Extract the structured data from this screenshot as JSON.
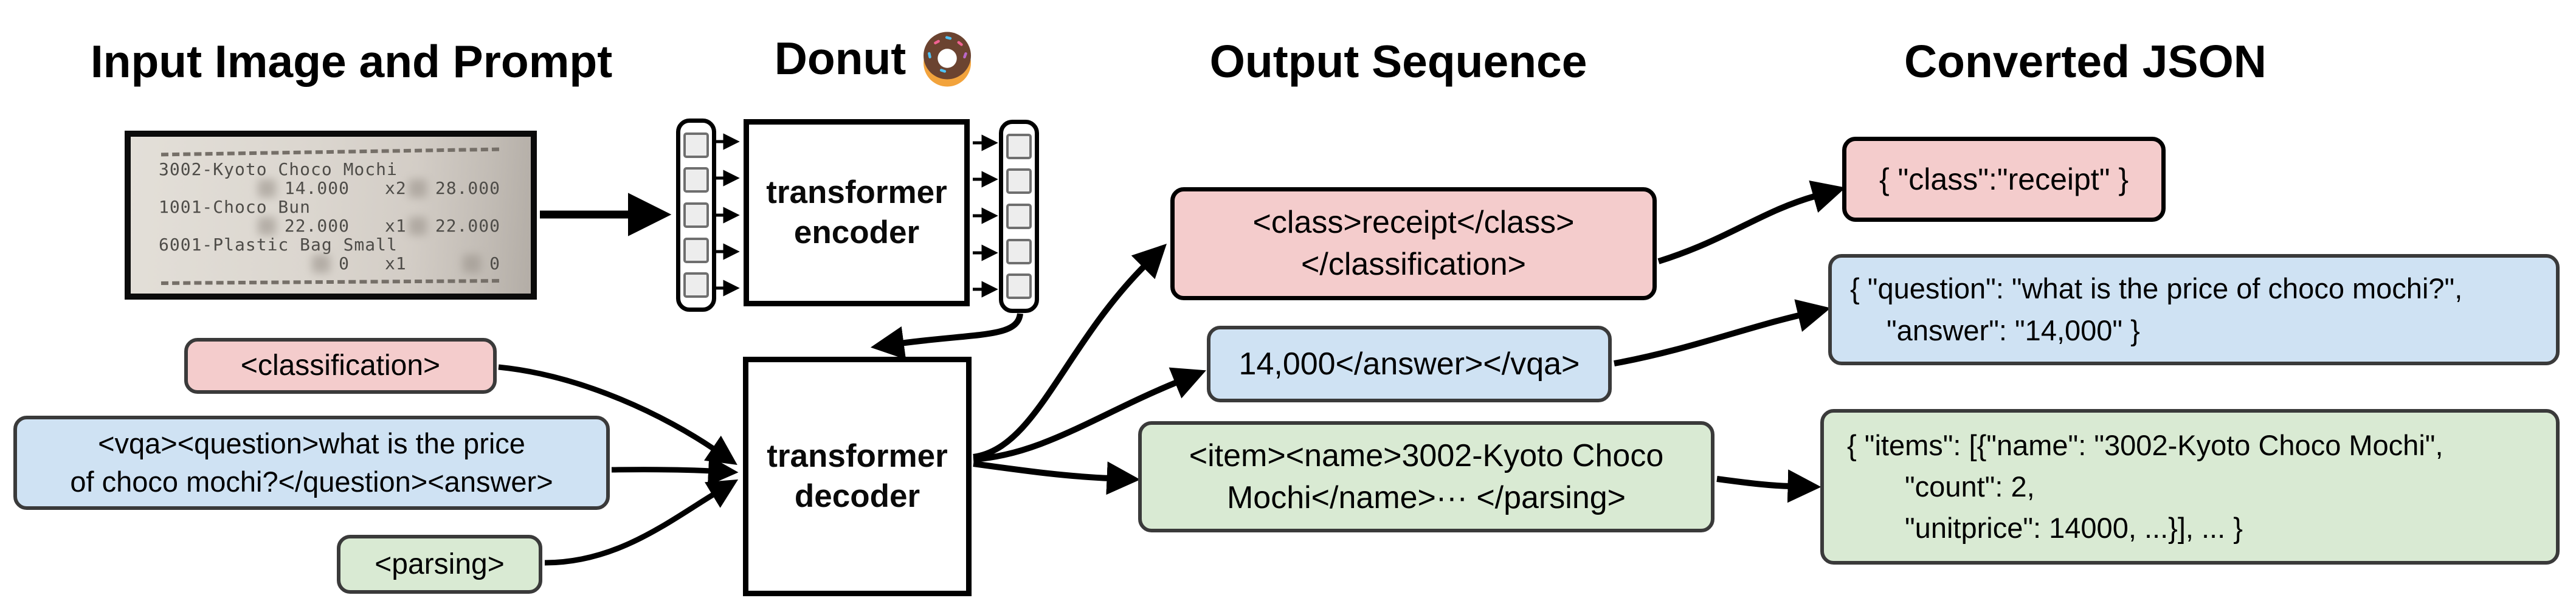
{
  "titles": {
    "input": "Input Image and Prompt",
    "model": "Donut",
    "output": "Output Sequence",
    "json": "Converted JSON"
  },
  "donut_model": {
    "encoder": [
      "transformer",
      "encoder"
    ],
    "decoder": [
      "transformer",
      "decoder"
    ]
  },
  "receipt": {
    "items": [
      {
        "name": "3002-Kyoto Choco Mochi",
        "unitprice": "14.000",
        "count": "x2",
        "price": "28.000"
      },
      {
        "name": "1001-Choco Bun",
        "unitprice": "22.000",
        "count": "x1",
        "price": "22.000"
      },
      {
        "name": "6001-Plastic Bag Small",
        "unitprice": "0",
        "count": "x1",
        "price": "0"
      }
    ]
  },
  "prompts": {
    "classification": "<classification>",
    "vqa": [
      "<vqa><question>what is the price",
      "of choco mochi?</question><answer>"
    ],
    "parsing": "<parsing>"
  },
  "outputs": {
    "classification": [
      "<class>receipt</class>",
      "</classification>"
    ],
    "vqa": "14,000</answer></vqa>",
    "parsing": [
      "<item><name>3002-Kyoto Choco",
      "Mochi</name>··· </parsing>"
    ]
  },
  "converted_json": {
    "classification": "{ \"class\":\"receipt\" }",
    "vqa": [
      "{ \"question\": \"what is the price of choco mochi?\",",
      "\"answer\": \"14,000\" }"
    ],
    "parsing": [
      "{ \"items\": [{\"name\": \"3002-Kyoto Choco Mochi\",",
      "\"count\": 2,",
      "\"unitprice\": 14000, ...}], ... }"
    ]
  },
  "colors": {
    "classification": "#f4cccc",
    "vqa": "#cfe2f3",
    "parsing": "#d9ead3",
    "arrow": "#000000",
    "box_border": "#3a3a3a"
  }
}
